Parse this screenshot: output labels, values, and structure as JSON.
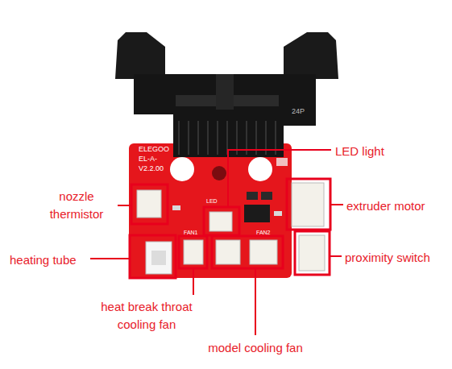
{
  "diagram": {
    "labels": [
      "ELEGOO",
      "EL-A-",
      "V2.2.00",
      "24P",
      "LED light",
      "nozzle thermistor",
      "extruder motor",
      "heating tube",
      "proximity switch",
      "heat break throat cooling fan",
      "model cooling fan",
      "LED",
      "FAN1",
      "FAN2"
    ]
  }
}
